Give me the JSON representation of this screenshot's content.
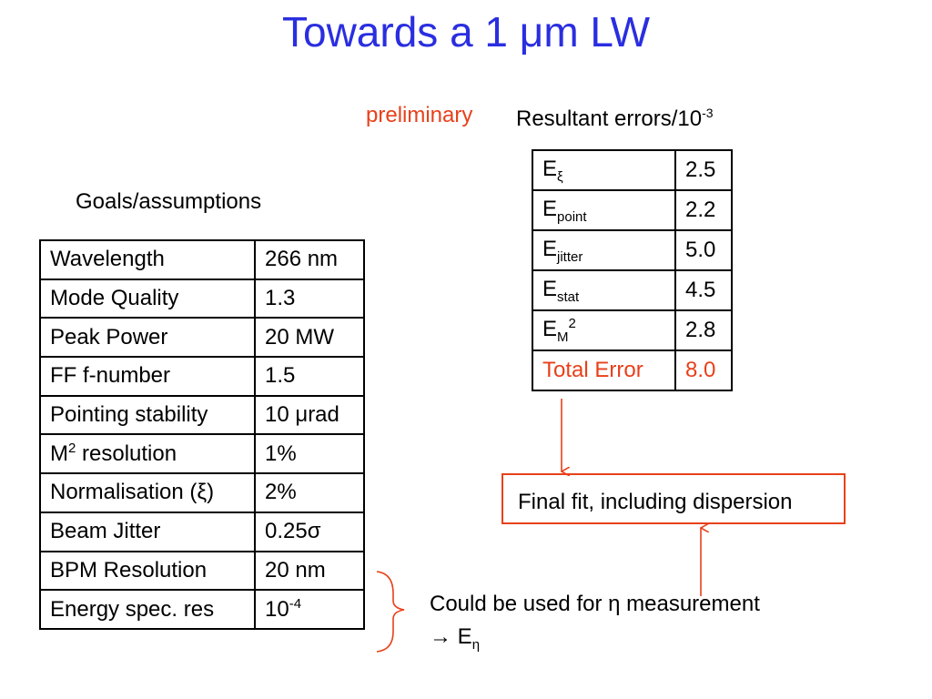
{
  "title": {
    "prefix": "Towards a 1 ",
    "mu": "μ",
    "suffix": "m LW"
  },
  "preliminary_label": "preliminary",
  "resultant_heading": {
    "text": "Resultant errors/10",
    "exponent": "-3"
  },
  "goals_heading": "Goals/assumptions",
  "goals_table": [
    {
      "param": "Wavelength",
      "value": "266 nm"
    },
    {
      "param": "Mode Quality",
      "value": "1.3"
    },
    {
      "param": "Peak Power",
      "value": "20 MW"
    },
    {
      "param": "FF f-number",
      "value": "1.5"
    },
    {
      "param": "Pointing stability",
      "value": "10 μrad"
    },
    {
      "param_base": "M",
      "param_sup": "2",
      "param_rest": " resolution",
      "value": "1%"
    },
    {
      "param": "Normalisation (ξ)",
      "value": "2%"
    },
    {
      "param": "Beam Jitter",
      "value": "0.25σ"
    },
    {
      "param": "BPM Resolution",
      "value": "20 nm"
    },
    {
      "param": "Energy spec. res",
      "value_base": "10",
      "value_sup": "-4"
    }
  ],
  "errors_table": [
    {
      "label": "E",
      "sub": "ξ",
      "value": "2.5"
    },
    {
      "label": "E",
      "sub": "point",
      "value": "2.2"
    },
    {
      "label": "E",
      "sub": "jitter",
      "value": "5.0"
    },
    {
      "label": "E",
      "sub": "stat",
      "value": "4.5"
    },
    {
      "label": "E",
      "sub": "M",
      "sup": "2",
      "value": "2.8"
    },
    {
      "label": "Total Error",
      "value": "8.0"
    }
  ],
  "final_fit": "Final fit, including dispersion",
  "eta_note": {
    "line1": "Could be used for η measurement",
    "arrow": "→",
    "base": " E",
    "sub": "η"
  },
  "colors": {
    "title": "#2a2ee0",
    "accent": "#e8401a",
    "text": "#000000"
  }
}
